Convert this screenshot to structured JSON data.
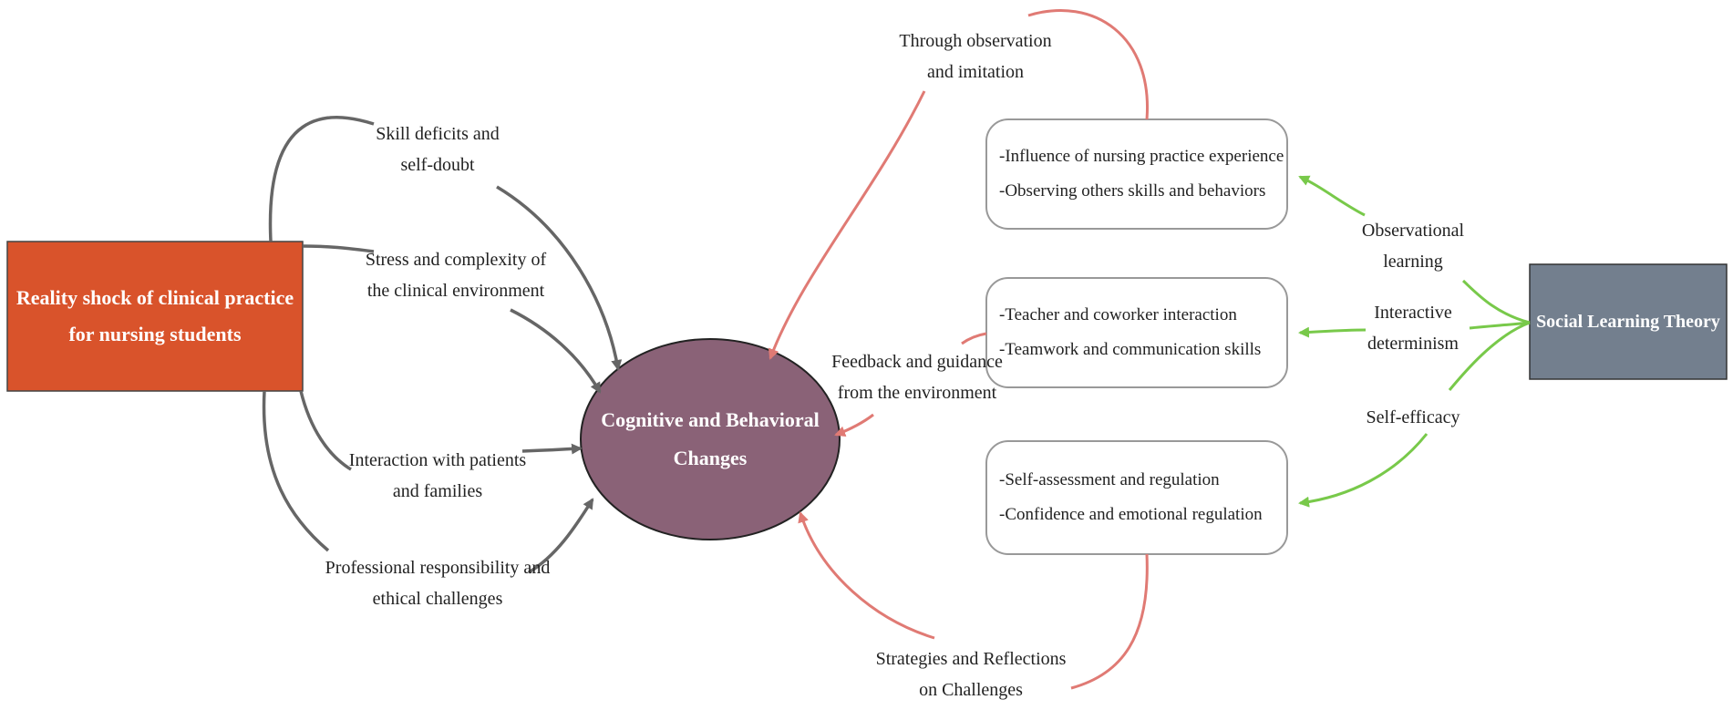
{
  "colors": {
    "reality_node": "#d9532b",
    "cognitive_node": "#8a6277",
    "theory_node": "#737f8e",
    "gray_arrow": "#666666",
    "red_arrow": "#e07a74",
    "green_arrow": "#78c94a",
    "box_border": "#999999"
  },
  "nodes": {
    "reality": [
      "Reality shock of clinical practice",
      "for nursing students"
    ],
    "cognitive": [
      "Cognitive and Behavioral",
      "Changes"
    ],
    "theory": "Social Learning Theory"
  },
  "left_labels": [
    [
      "Skill deficits and",
      "self-doubt"
    ],
    [
      "Stress and complexity of",
      "the clinical environment"
    ],
    [
      "Interaction with patients",
      "and families"
    ],
    [
      "Professional responsibility and",
      "ethical challenges"
    ]
  ],
  "red_labels": {
    "top": [
      "Through observation",
      "and imitation"
    ],
    "middle": [
      "Feedback and guidance",
      "from the environment"
    ],
    "bottom": [
      "Strategies and Reflections",
      "on Challenges"
    ]
  },
  "boxes": [
    [
      "-Influence of nursing practice experience",
      "-Observing others skills and behaviors"
    ],
    [
      "-Teacher and coworker interaction",
      "-Teamwork and communication skills"
    ],
    [
      "-Self-assessment and regulation",
      "-Confidence and emotional regulation"
    ]
  ],
  "green_labels": {
    "observational": [
      "Observational",
      "learning"
    ],
    "interactive": [
      "Interactive",
      "determinism"
    ],
    "self_efficacy": "Self-efficacy"
  }
}
